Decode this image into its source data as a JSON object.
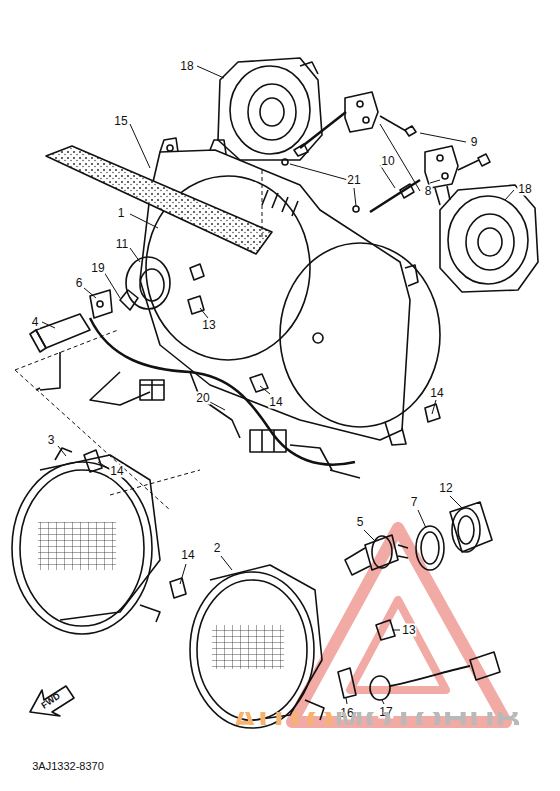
{
  "diagram": {
    "labels": [
      "18",
      "15",
      "9",
      "8",
      "10",
      "21",
      "18",
      "1",
      "11",
      "19",
      "6",
      "4",
      "13",
      "20",
      "14",
      "14",
      "3",
      "14",
      "14",
      "2",
      "5",
      "7",
      "12",
      "13",
      "16",
      "17",
      "FWD",
      "3AJ1332-8370",
      "AUTOMOTOHUB"
    ]
  }
}
